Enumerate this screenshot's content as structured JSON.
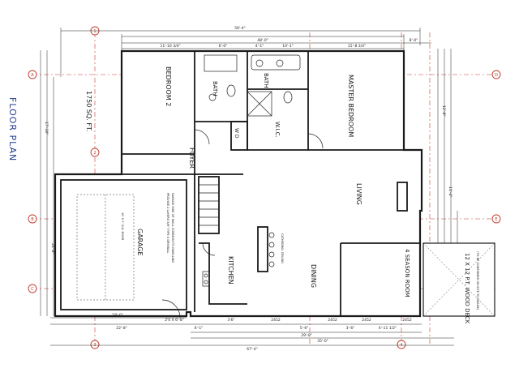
{
  "title": "FLOOR PLAN",
  "area": "1750 SQ. FT.",
  "rooms": {
    "bedroom2": "BEDROOM 2",
    "bath1": "BATH",
    "bath2": "BATH",
    "wic": "W.I.C.",
    "master": "MASTER BEDROOM",
    "foyer": "FOYER",
    "garage": "GARAGE",
    "living": "LIVING",
    "kitchen": "KITCHEN",
    "dining": "DINING",
    "season": "4 SEASON ROOM",
    "deck": "12 X 12 P.T. WOOD DECK",
    "wd": "W D"
  },
  "notes": {
    "cathedral": "CATHEDRAL CEILING",
    "deck_note": "(TO BE CONFIRMED ON SITE TO GRADE)",
    "garage_door": "16' X 7' O.H. DOOR",
    "garage_note1": "PROVIDE 2 LAYERS 5/8\" TYPE X DRYWALL",
    "garage_note2": "GARAGE SIDE OF WALL COMMON TO DWELLING"
  },
  "dims": {
    "top_overall": "56'-4\"",
    "top_2": "48'-0\"",
    "top_3a": "11'-10 3/4\"",
    "top_3b": "6'-0\"",
    "top_3c": "4'-1\"",
    "top_3d": "10'-1\"",
    "top_3e": "15'-8 3/4\"",
    "top_3f": "8'-0\"",
    "bot_1a": "18'-0\"",
    "bot_1b": "2'0 X 6'-8\"",
    "bot_2a": "22'-8\"",
    "bot_2b": "6'-1\"",
    "bot_2c": "3'6\"",
    "bot_2d": "2452",
    "bot_2e": "5'-6\"",
    "bot_2f": "2452",
    "bot_2g": "3'-6\"",
    "bot_2h": "2452",
    "bot_2i": "4'-11 1/2\"",
    "bot_2j": "2452",
    "bot_3": "29'-0\"",
    "bot_4": "35'-0\"",
    "bot_overall": "67'-4\"",
    "left_1": "17'-10\"",
    "left_2": "24'-8\"",
    "right_1": "12'-8\"",
    "right_2": "11'-4\""
  },
  "grid_markers": [
    "A",
    "B",
    "C",
    "D",
    "E",
    "1",
    "2",
    "3",
    "4"
  ],
  "colors": {
    "ink": "#1a1a1a",
    "grid": "#c0392b",
    "paper": "#ffffff",
    "title": "#1f3a8a"
  }
}
